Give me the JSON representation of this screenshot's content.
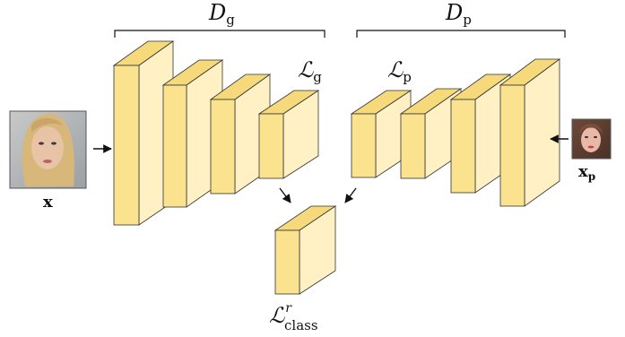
{
  "labels": {
    "dg_main": "D",
    "dg_sub": "g",
    "dp_main": "D",
    "dp_sub": "p",
    "lg_main": "ℒ",
    "lg_sub": "g",
    "lp_main": "ℒ",
    "lp_sub": "p",
    "lclass_main": "ℒ",
    "lclass_sup": "r",
    "lclass_sub": "class",
    "x_label": "x",
    "xp_main": "x",
    "xp_sub": "p"
  },
  "colors": {
    "block_front": "#fbe28f",
    "block_side": "#fff1c4",
    "block_top": "#f6d97a",
    "block_stroke": "#333333",
    "line": "#111111"
  },
  "images": {
    "input_face": "face-photo",
    "target_face": "face-photo"
  }
}
